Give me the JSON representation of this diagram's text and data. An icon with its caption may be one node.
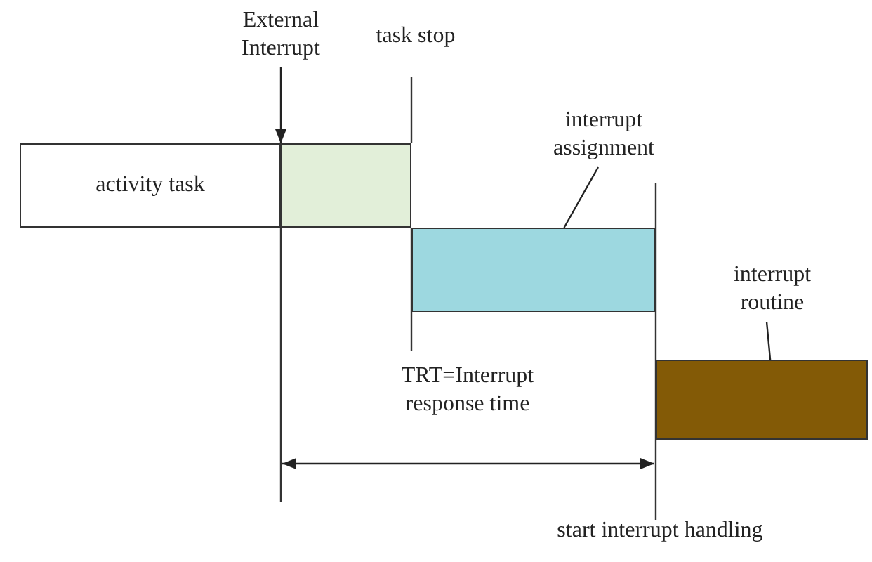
{
  "diagram": {
    "nodes": [
      {
        "text": [
          "activity task"
        ]
      },
      {
        "text": [],
        "shape": "box"
      },
      {
        "text": [],
        "shape": "box"
      },
      {
        "text": [],
        "shape": "box"
      },
      {
        "text": [
          "External Interrupt"
        ]
      },
      {
        "text": [
          "interrupt assignment"
        ]
      },
      {
        "text": [
          "interrupt routine"
        ]
      }
    ],
    "edges": [
      {
        "from": 4,
        "to": 1,
        "arrow": "to"
      },
      {
        "from": 5,
        "to": 2,
        "arrow": "none"
      },
      {
        "from": 6,
        "to": 3,
        "arrow": "none"
      }
    ],
    "labels": [
      "task stop",
      "TRT=Interrupt response time",
      "start interrupt handling"
    ]
  }
}
